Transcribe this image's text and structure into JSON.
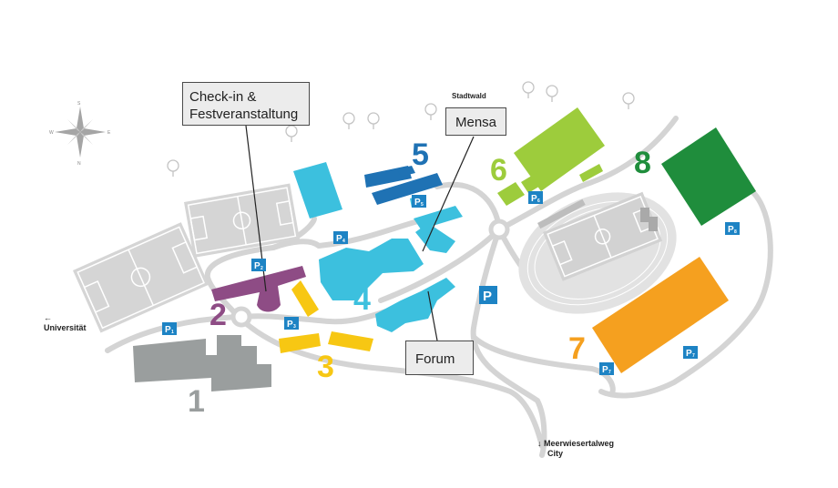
{
  "map": {
    "callouts": {
      "checkin_line1": "Check-in &",
      "checkin_line2": "Festveranstaltung",
      "mensa": "Mensa",
      "forum": "Forum"
    },
    "places": {
      "stadtwald": "Stadtwald",
      "universitaet": "Universität",
      "meerwiesertalweg": "Meerwiesertalweg",
      "city": "City"
    },
    "arrows": {
      "left": "←",
      "down": "↓"
    },
    "compass": {
      "n": "N",
      "s": "S",
      "w": "W",
      "e": "E"
    },
    "zones": {
      "z1": "1",
      "z2": "2",
      "z3": "3",
      "z4": "4",
      "z5": "5",
      "z6": "6",
      "z7": "7",
      "z8": "8"
    },
    "parking": {
      "letter": "P",
      "p1": "1",
      "p2": "2",
      "p3": "3",
      "p4": "4",
      "p5": "5",
      "p6": "6",
      "p7a": "7",
      "p7b": "7",
      "p8": "8"
    },
    "colors": {
      "road": "#d3d3d3",
      "field": "#d5d5d5",
      "zone1": "#9a9e9e",
      "zone2": "#8e4c85",
      "zone3": "#f7c713",
      "zone4": "#3cc0de",
      "zone5": "#1f72b4",
      "zone6": "#9dcc3c",
      "zone7": "#f5a01f",
      "zone8": "#1f8d3c",
      "parking": "#1d83c4"
    }
  }
}
